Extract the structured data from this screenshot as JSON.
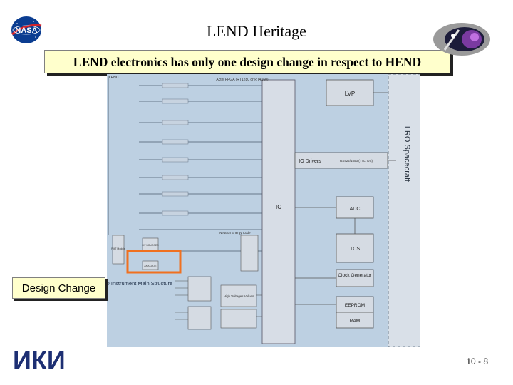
{
  "slide": {
    "title": "LEND Heritage",
    "subtitle": "LEND electronics has only one design change in respect to HEND",
    "callout": "Design Change",
    "page_number": "10 - 8"
  },
  "logos": {
    "nasa": "NASA",
    "iki": "ИКИ"
  },
  "diagram": {
    "fpga_label": "Actel FPGA (RT1280 or RT4160)",
    "lvp": "LVP",
    "io_drivers": "IO Drivers",
    "io_bus": "RS422/1553 (TTL, DS)",
    "ic": "IC",
    "adc": "ADC",
    "tcs": "TCS",
    "clock": "Clock Generator",
    "eeprom": "EEPROM",
    "ram": "RAM",
    "lro_spacecraft": "LRO Spacecraft",
    "lend_heading": "LEND",
    "lend_main": "LEND Instrument Main Structure",
    "hv_values": "High Voltages Values",
    "hv_sources": "HV SOURCES",
    "pmt_module": "PMT Module",
    "neutron_energy": "Neutron Energy Code",
    "ana_gate": "ANA GATE"
  }
}
